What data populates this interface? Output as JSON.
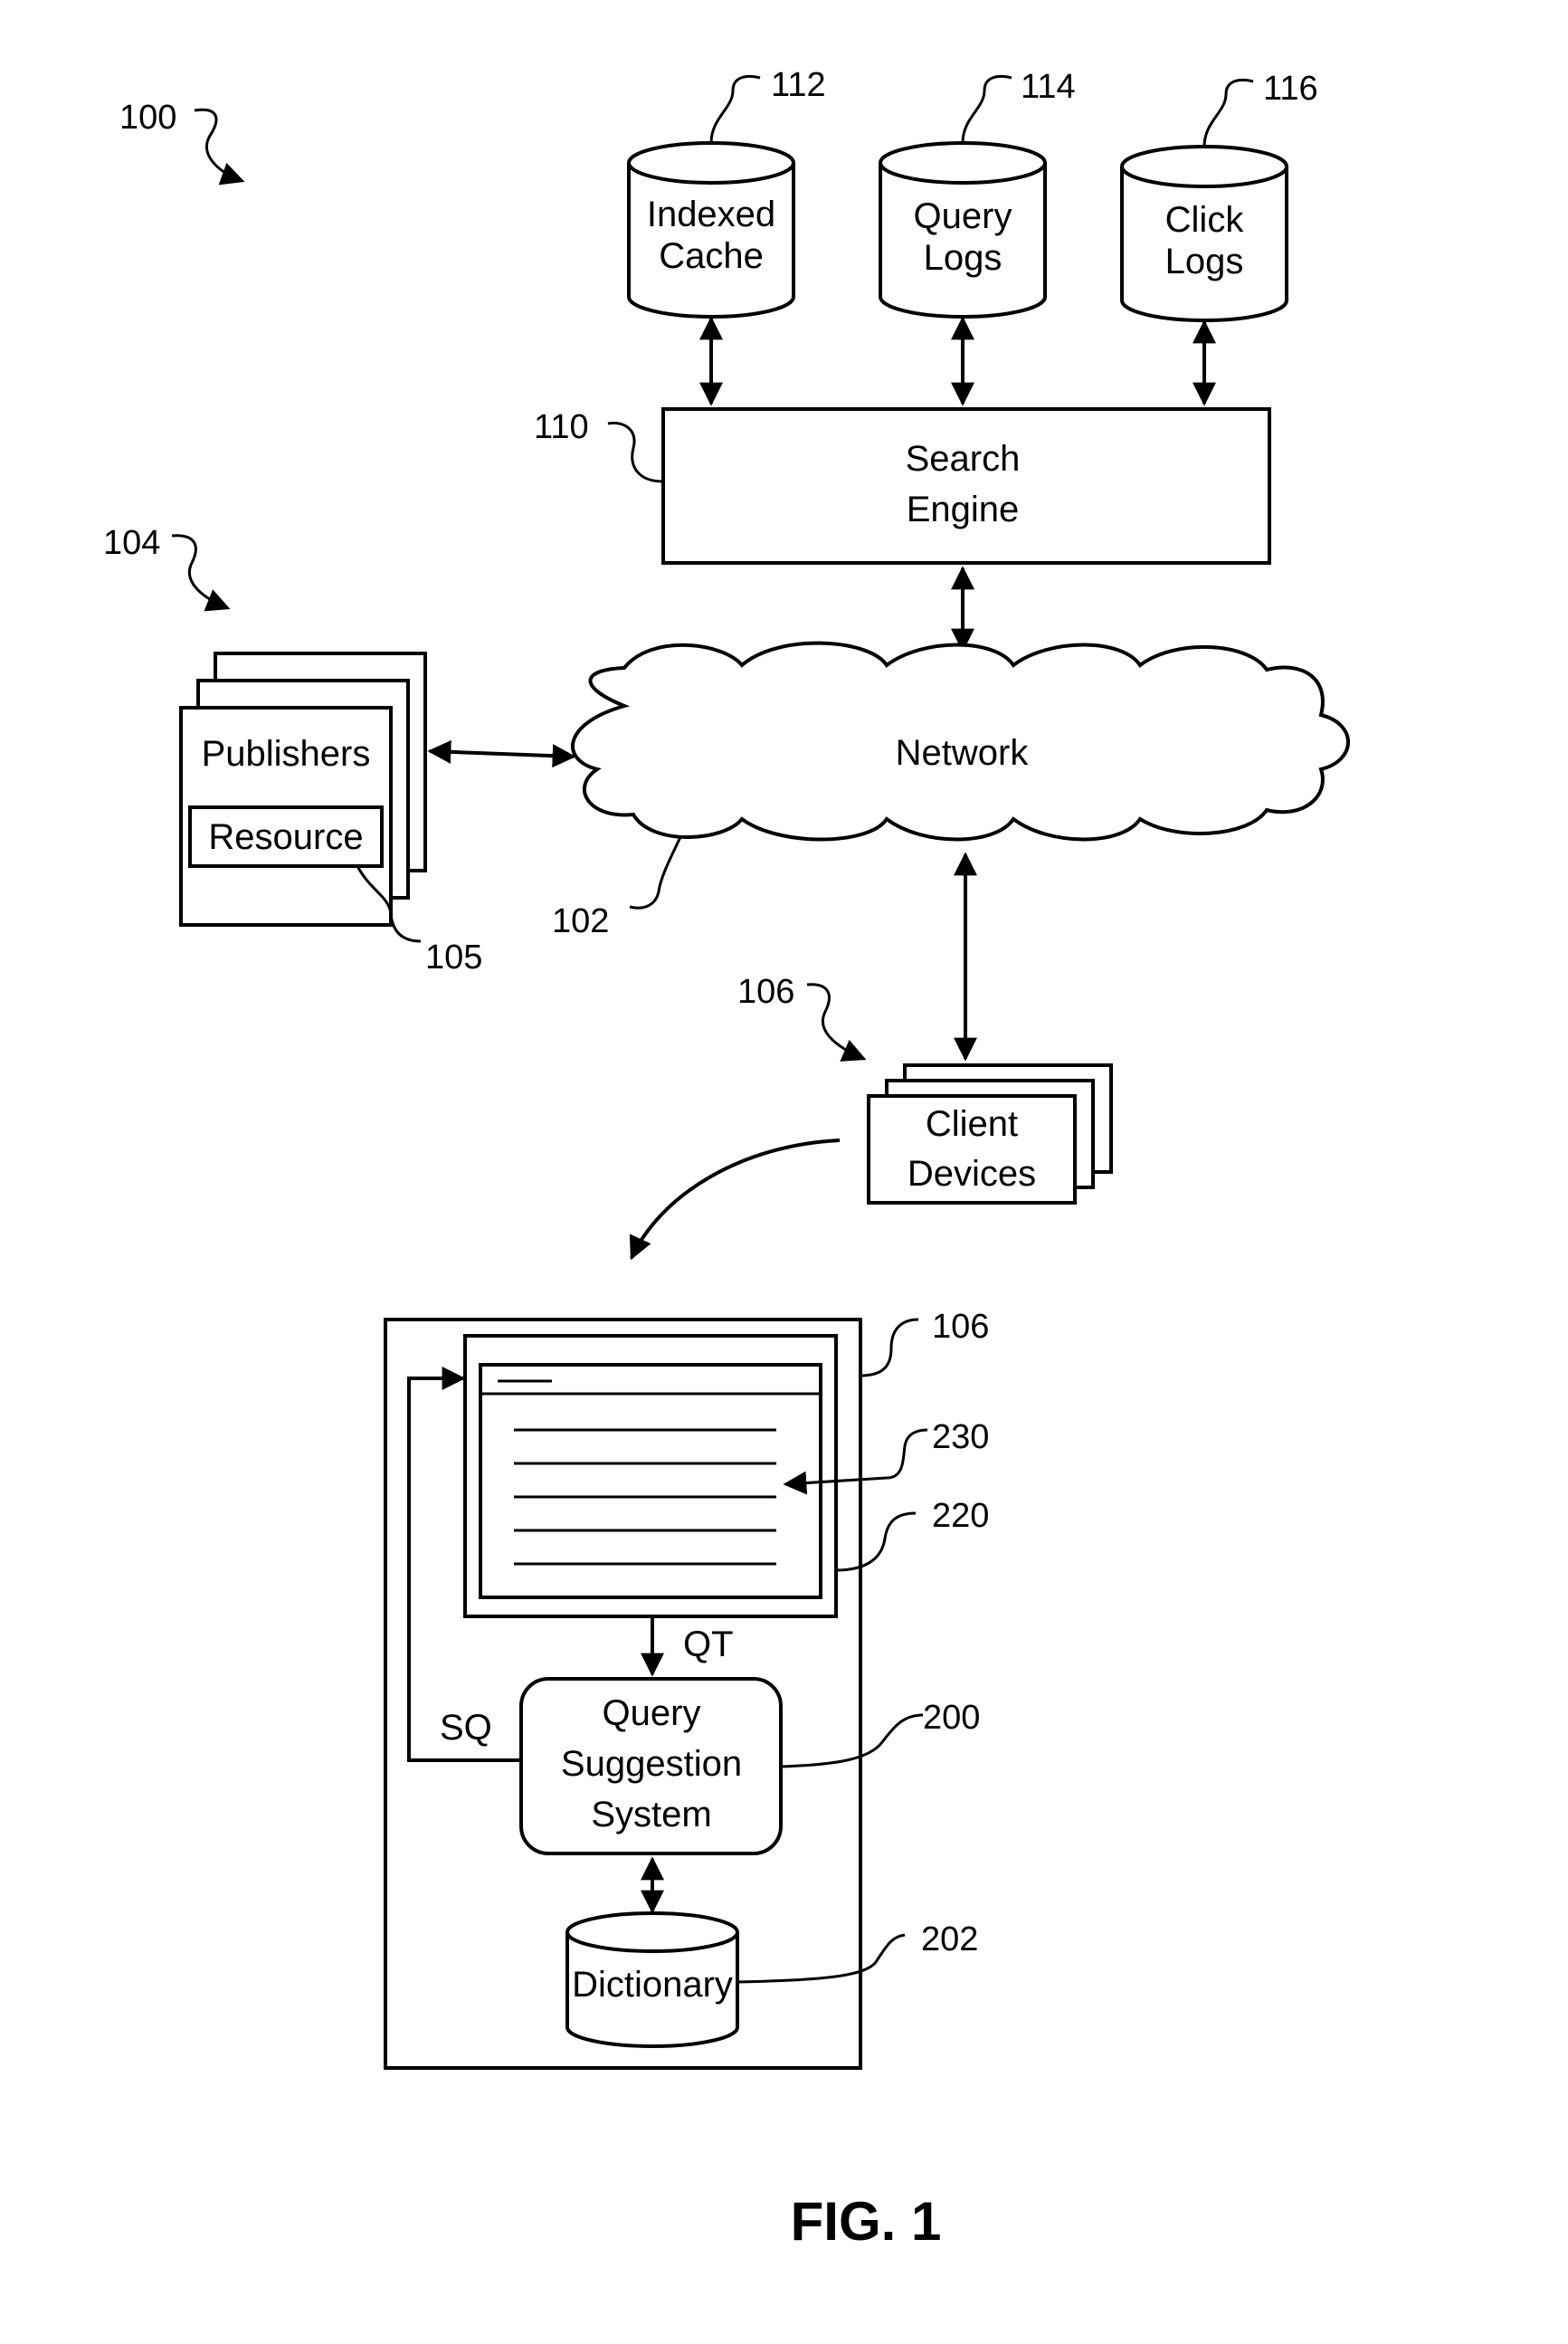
{
  "figure": {
    "caption": "FIG. 1",
    "system_ref": "100"
  },
  "databases": {
    "indexed_cache": {
      "line1": "Indexed",
      "line2": "Cache",
      "ref": "112"
    },
    "query_logs": {
      "line1": "Query",
      "line2": "Logs",
      "ref": "114"
    },
    "click_logs": {
      "line1": "Click",
      "line2": "Logs",
      "ref": "116"
    }
  },
  "search_engine": {
    "line1": "Search",
    "line2": "Engine",
    "ref": "110"
  },
  "network": {
    "label": "Network",
    "ref": "102"
  },
  "publishers": {
    "label": "Publishers",
    "ref": "104",
    "resource_label": "Resource",
    "resource_ref": "105"
  },
  "client_devices": {
    "line1": "Client",
    "line2": "Devices",
    "ref": "106"
  },
  "client_detail": {
    "device_ref": "106",
    "display_ref": "220",
    "results_ref": "230",
    "qt_label": "QT",
    "sq_label": "SQ",
    "query_suggestion": {
      "line1": "Query",
      "line2": "Suggestion",
      "line3": "System",
      "ref": "200"
    },
    "dictionary": {
      "label": "Dictionary",
      "ref": "202"
    }
  }
}
